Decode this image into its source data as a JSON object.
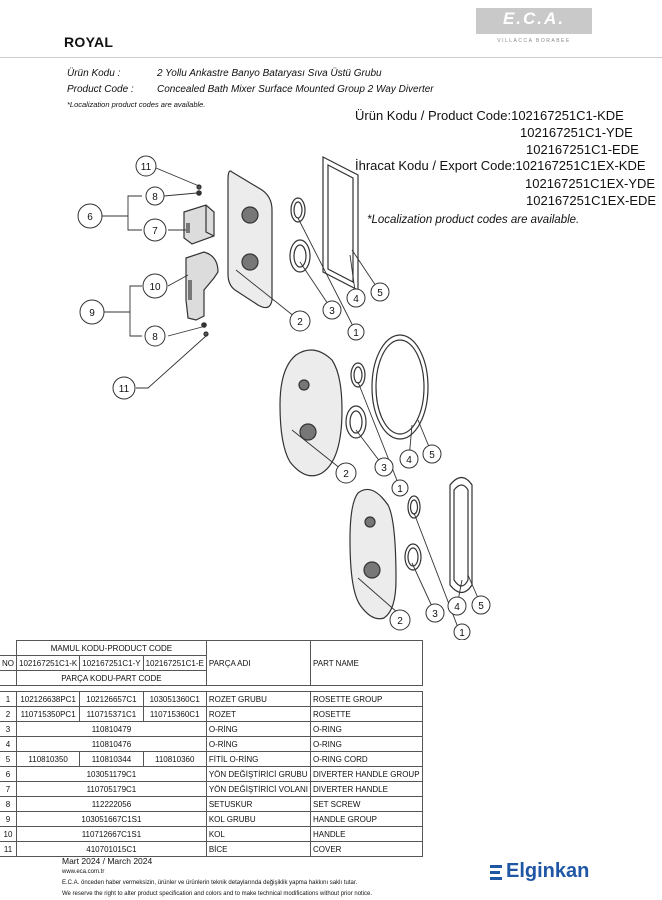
{
  "header": {
    "title": "ROYAL",
    "logo_text": "E.C.A.",
    "logo_tagline": "VILLACCA BORABEE"
  },
  "info": {
    "urun_kodu_label": "Ürün Kodu :",
    "urun_kodu_value": "2 Yollu Ankastre Banyo Bataryası Sıva Üstü Grubu",
    "product_code_label": "Product Code :",
    "product_code_value": "Concealed Bath Mixer Surface Mounted Group 2 Way Diverter",
    "localization_note": "*Localization product codes are available."
  },
  "codes": {
    "product_code_line": "Ürün Kodu / Product Code:102167251C1-KDE",
    "product_code_2": "102167251C1-YDE",
    "product_code_3": "102167251C1-EDE",
    "export_code_line": "İhracat Kodu / Export Code:102167251C1EX-KDE",
    "export_code_2": "102167251C1EX-YDE",
    "export_code_3": "102167251C1EX-EDE",
    "localization_note": "*Localization product codes are available."
  },
  "diagram": {
    "callouts": [
      "11",
      "8",
      "6",
      "7",
      "10",
      "9",
      "8",
      "11",
      "2",
      "3",
      "1",
      "4",
      "5",
      "2",
      "3",
      "1",
      "4",
      "5",
      "2",
      "3",
      "1",
      "4",
      "5"
    ]
  },
  "table": {
    "header_top": "MAMUL KODU-PRODUCT CODE",
    "col_no": "NO",
    "col_k": "102167251C1-K",
    "col_y": "102167251C1-Y",
    "col_e": "102167251C1-E",
    "header_part_code": "PARÇA KODU-PART CODE",
    "col_parca_adi": "PARÇA ADI",
    "col_part_name": "PART NAME",
    "rows": [
      {
        "no": "1",
        "k": "102126638PC1",
        "y": "102126657C1",
        "e": "103051360C1",
        "tr": "ROZET GRUBU",
        "en": "ROSETTE GROUP"
      },
      {
        "no": "2",
        "k": "110715350PC1",
        "y": "110715371C1",
        "e": "110715360C1",
        "tr": "ROZET",
        "en": "ROSETTE"
      },
      {
        "no": "3",
        "all": "110810479",
        "tr": "O-RİNG",
        "en": "O-RING"
      },
      {
        "no": "4",
        "all": "110810476",
        "tr": "O-RİNG",
        "en": "O-RING"
      },
      {
        "no": "5",
        "k": "110810350",
        "y": "110810344",
        "e": "110810360",
        "tr": "FİTİL O-RİNG",
        "en": "O-RING CORD"
      },
      {
        "no": "6",
        "all": "103051179C1",
        "tr": "YÖN DEĞİŞTİRİCİ GRUBU",
        "en": "DIVERTER HANDLE GROUP"
      },
      {
        "no": "7",
        "all": "110705179C1",
        "tr": "YÖN DEĞİŞTİRİCİ VOLANI",
        "en": "DIVERTER HANDLE"
      },
      {
        "no": "8",
        "all": "112222056",
        "tr": "SETUSKUR",
        "en": "SET SCREW"
      },
      {
        "no": "9",
        "all": "103051667C1S1",
        "tr": "KOL GRUBU",
        "en": "HANDLE GROUP"
      },
      {
        "no": "10",
        "all": "110712667C1S1",
        "tr": "KOL",
        "en": "HANDLE"
      },
      {
        "no": "11",
        "all": "410701015C1",
        "tr": "BİCE",
        "en": "COVER"
      }
    ]
  },
  "footer": {
    "date": "Mart 2024 / March 2024",
    "website": "www.eca.com.tr",
    "disclaimer_tr": "E.C.A. önceden haber vermeksizin, ürünler ve ürünlerin teknik detaylarında değişiklik yapma hakkını saklı tutar.",
    "disclaimer_en": "We reserve the right to alter product specification and colors and to make technical modifications without prior notice.",
    "brand": "Elginkan"
  }
}
